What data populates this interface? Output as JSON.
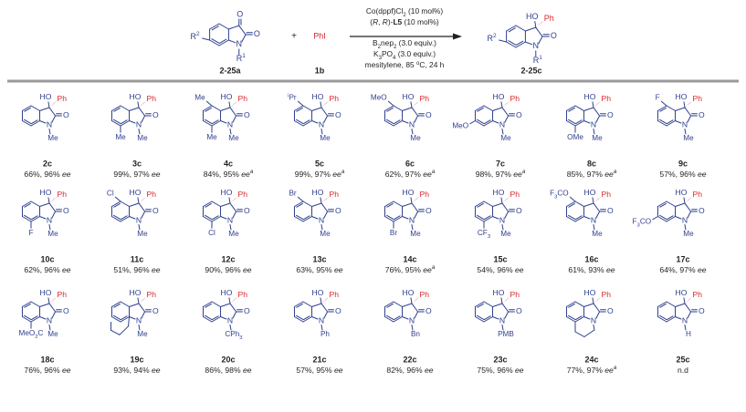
{
  "colors": {
    "bond": "#2e3f8f",
    "hetero": "#2e3f8f",
    "ph": "#d7262b",
    "text": "#231f20",
    "rule": "#9a9a9a"
  },
  "reaction": {
    "reagent": "PhI",
    "plus": "+",
    "sm_label": "2-25a",
    "phi_label": "1b",
    "product_label": "2-25c",
    "conditions": [
      "Co(dppf)Cl₂ (10 mol%)",
      "(R, R)-L5 (10 mol%)",
      "B₂nep₂ (3.0 equiv.)",
      "K₃PO₄ (3.0 equiv.)",
      "mesitylene, 85 °C, 24 h"
    ],
    "sm_atoms": {
      "r2": "R",
      "r2_sup": "2",
      "n": "N",
      "r1": "R",
      "r1_sup": "1",
      "o_top": "O",
      "o_right": "O"
    },
    "prod_atoms": {
      "r2": "R",
      "r2_sup": "2",
      "n": "N",
      "r1": "R",
      "r1_sup": "1",
      "ho": "HO",
      "ph": "Ph",
      "o_right": "O"
    }
  },
  "compounds": [
    {
      "id": "2c",
      "yield": "66%, 96%",
      "ee": "ee",
      "sup": "",
      "n_sub": "Me",
      "subs": []
    },
    {
      "id": "3c",
      "yield": "99%, 97%",
      "ee": "ee",
      "sup": "",
      "n_sub": "Me",
      "subs": [
        {
          "pos": "7",
          "text": "Me"
        }
      ]
    },
    {
      "id": "4c",
      "yield": "84%, 95%",
      "ee": "ee",
      "sup": "a",
      "n_sub": "Me",
      "subs": [
        {
          "pos": "5",
          "text": "Me"
        },
        {
          "pos": "7",
          "text": "Me"
        }
      ]
    },
    {
      "id": "5c",
      "yield": "99%, 97%",
      "ee": "ee",
      "sup": "a",
      "n_sub": "Me",
      "subs": [
        {
          "pos": "5",
          "text": "Pr",
          "pre": "i"
        }
      ]
    },
    {
      "id": "6c",
      "yield": "62%, 97%",
      "ee": "ee",
      "sup": "a",
      "n_sub": "Me",
      "subs": [
        {
          "pos": "5",
          "text": "MeO"
        }
      ]
    },
    {
      "id": "7c",
      "yield": "98%, 97%",
      "ee": "ee",
      "sup": "a",
      "n_sub": "Me",
      "subs": [
        {
          "pos": "6",
          "text": "MeO"
        }
      ]
    },
    {
      "id": "8c",
      "yield": "85%, 97%",
      "ee": "ee",
      "sup": "a",
      "n_sub": "Me",
      "subs": [
        {
          "pos": "7",
          "text": "OMe"
        }
      ]
    },
    {
      "id": "9c",
      "yield": "57%, 96%",
      "ee": "ee",
      "sup": "",
      "n_sub": "Me",
      "subs": [
        {
          "pos": "5",
          "text": "F"
        }
      ]
    },
    {
      "id": "10c",
      "yield": "62%, 96%",
      "ee": "ee",
      "sup": "",
      "n_sub": "Me",
      "subs": [
        {
          "pos": "7",
          "text": "F"
        }
      ]
    },
    {
      "id": "11c",
      "yield": "51%, 96%",
      "ee": "ee",
      "sup": "",
      "n_sub": "Me",
      "subs": [
        {
          "pos": "5",
          "text": "Cl"
        }
      ]
    },
    {
      "id": "12c",
      "yield": "90%, 96%",
      "ee": "ee",
      "sup": "",
      "n_sub": "Me",
      "subs": [
        {
          "pos": "7",
          "text": "Cl"
        }
      ]
    },
    {
      "id": "13c",
      "yield": "63%, 95%",
      "ee": "ee",
      "sup": "",
      "n_sub": "Me",
      "subs": [
        {
          "pos": "5",
          "text": "Br"
        }
      ]
    },
    {
      "id": "14c",
      "yield": "76%, 95%",
      "ee": "ee",
      "sup": "a",
      "n_sub": "Me",
      "subs": [
        {
          "pos": "7",
          "text": "Br"
        }
      ]
    },
    {
      "id": "15c",
      "yield": "54%, 96%",
      "ee": "ee",
      "sup": "",
      "n_sub": "Me",
      "subs": [
        {
          "pos": "7",
          "text": "CF",
          "sub": "3"
        }
      ]
    },
    {
      "id": "16c",
      "yield": "61%, 93%",
      "ee": "ee",
      "sup": "",
      "n_sub": "Me",
      "subs": [
        {
          "pos": "5",
          "text": "F",
          "sub": "3",
          "text2": "CO"
        }
      ]
    },
    {
      "id": "17c",
      "yield": "64%, 97%",
      "ee": "ee",
      "sup": "",
      "n_sub": "Me",
      "subs": [
        {
          "pos": "6",
          "text": "F",
          "sub": "3",
          "text2": "CO"
        }
      ]
    },
    {
      "id": "18c",
      "yield": "76%, 96%",
      "ee": "ee",
      "sup": "",
      "n_sub": "Me",
      "subs": [
        {
          "pos": "7",
          "text": "MeO",
          "sub": "2",
          "text2": "C"
        }
      ]
    },
    {
      "id": "19c",
      "yield": "93%, 94%",
      "ee": "ee",
      "sup": "",
      "n_sub": "Me",
      "subs": [],
      "fused": "benzo"
    },
    {
      "id": "20c",
      "yield": "86%, 98%",
      "ee": "ee",
      "sup": "",
      "n_sub": "CPh",
      "n_sub_sub": "3",
      "subs": []
    },
    {
      "id": "21c",
      "yield": "57%, 95%",
      "ee": "ee",
      "sup": "",
      "n_sub": "Ph",
      "subs": []
    },
    {
      "id": "22c",
      "yield": "82%, 96%",
      "ee": "ee",
      "sup": "",
      "n_sub": "Bn",
      "subs": []
    },
    {
      "id": "23c",
      "yield": "75%, 96%",
      "ee": "ee",
      "sup": "",
      "n_sub": "PMB",
      "subs": []
    },
    {
      "id": "24c",
      "yield": "77%, 97%",
      "ee": "ee",
      "sup": "a",
      "n_sub": "",
      "subs": [],
      "fused": "tricyclic"
    },
    {
      "id": "25c",
      "yield": "n.d",
      "ee": "",
      "sup": "",
      "n_sub": "H",
      "subs": []
    }
  ],
  "atoms": {
    "ho": "HO",
    "ph": "Ph",
    "o": "O",
    "n": "N"
  }
}
